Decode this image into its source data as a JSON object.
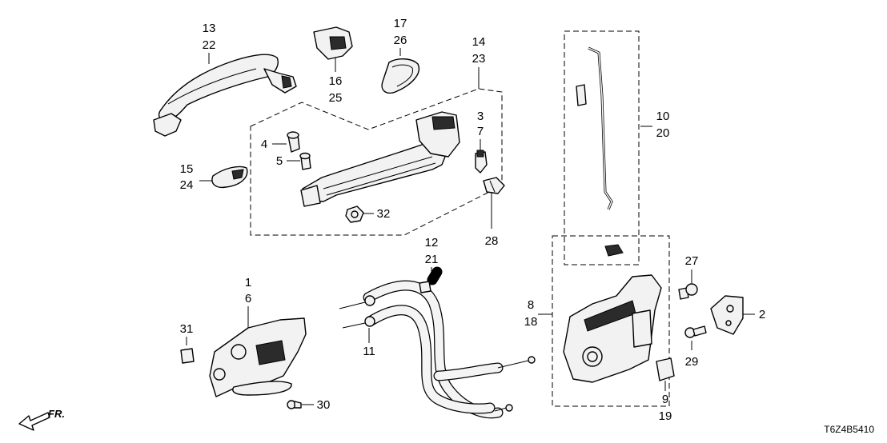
{
  "diagram_code": "T6Z4B5410",
  "direction_label": "FR.",
  "colors": {
    "ink": "#000000",
    "part_fill": "#f2f2f2",
    "background": "#ffffff"
  },
  "callouts": {
    "c13_22": [
      "13",
      "22"
    ],
    "c17_26": [
      "17",
      "26"
    ],
    "c16_25": [
      "16",
      "25"
    ],
    "c14_23": [
      "14",
      "23"
    ],
    "c10_20": [
      "10",
      "20"
    ],
    "c3_7": [
      "3",
      "7"
    ],
    "c4": [
      "4"
    ],
    "c5": [
      "5"
    ],
    "c15_24": [
      "15",
      "24"
    ],
    "c32": [
      "32"
    ],
    "c28": [
      "28"
    ],
    "c12_21": [
      "12",
      "21"
    ],
    "c27": [
      "27"
    ],
    "c1_6": [
      "1",
      "6"
    ],
    "c8_18": [
      "8",
      "18"
    ],
    "c2": [
      "2"
    ],
    "c31": [
      "31"
    ],
    "c11": [
      "11"
    ],
    "c29": [
      "29"
    ],
    "c9_19": [
      "9",
      "19"
    ],
    "c30": [
      "30"
    ]
  }
}
